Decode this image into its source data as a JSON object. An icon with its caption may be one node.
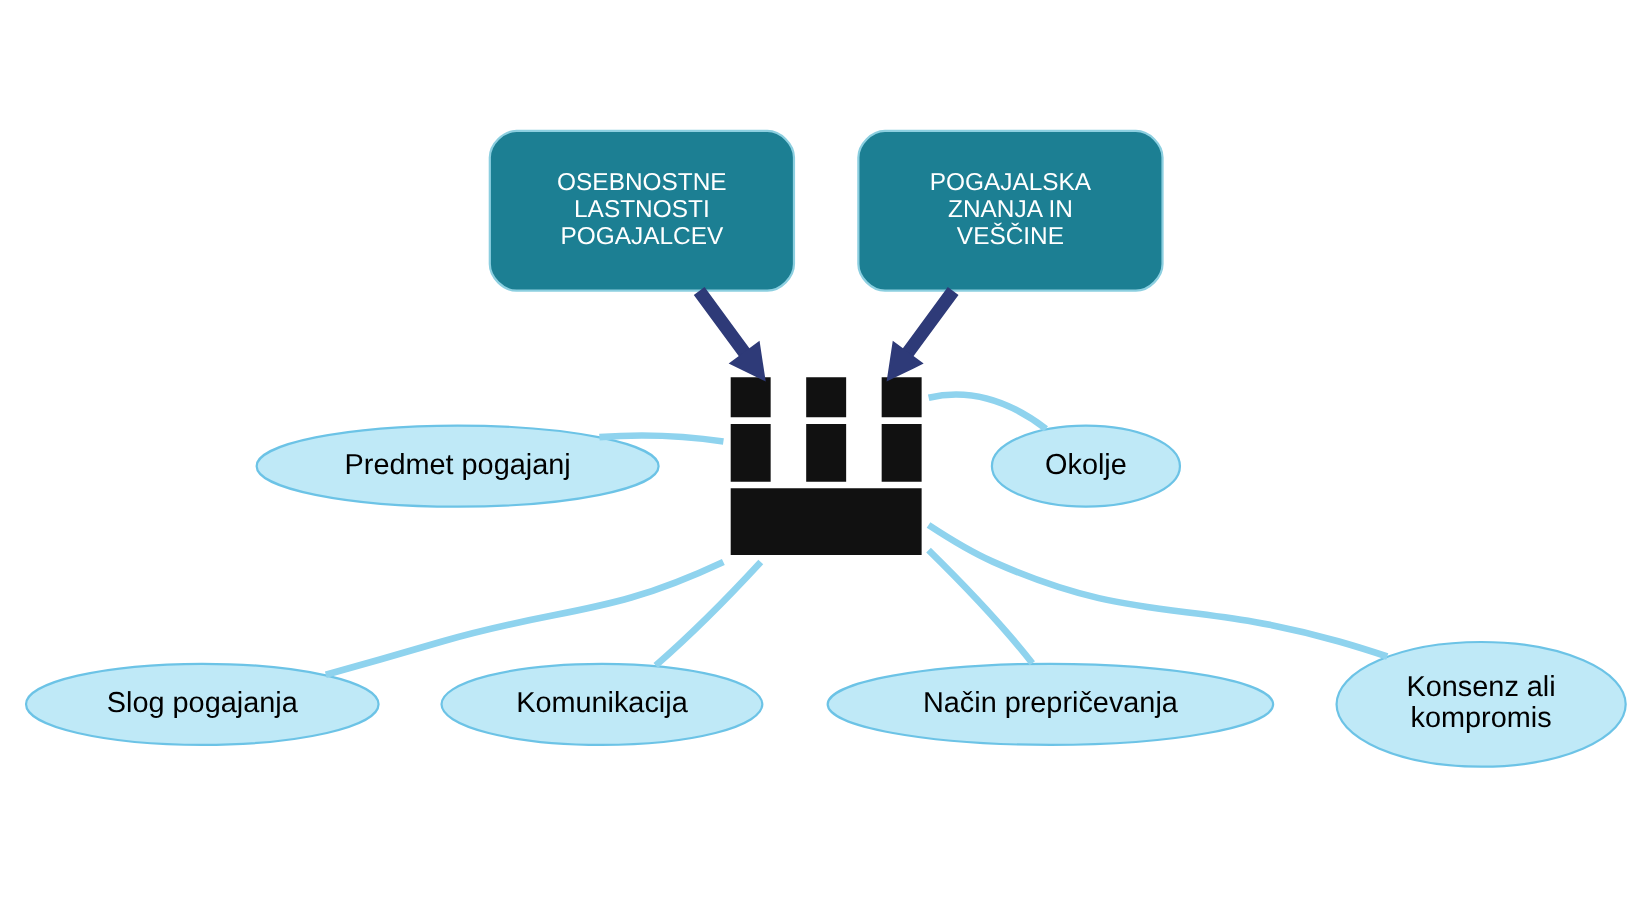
{
  "diagram": {
    "nodes": [
      {
        "text": [
          "OSEBNOSTNE LASTNOSTI POGAJALCEV"
        ]
      },
      {
        "text": [
          "POGAJALSKA ZNANJA IN VEŠČINE"
        ]
      },
      {
        "text": [],
        "shape": "picture"
      },
      {
        "text": [
          "Okolje"
        ]
      },
      {
        "text": [
          "Predmet pogajanj"
        ]
      },
      {
        "text": [
          "Konsenz ali kompromis"
        ]
      },
      {
        "text": [
          "Slog pogajanja"
        ]
      },
      {
        "text": [
          "Način prepričevanja"
        ]
      },
      {
        "text": [
          "Komunikacija"
        ]
      }
    ],
    "edges": [
      {
        "from": 0,
        "to": 2,
        "arrow": "to",
        "style": "thick",
        "color": "#2e3a78"
      },
      {
        "from": 1,
        "to": 2,
        "arrow": "to",
        "style": "thick",
        "color": "#2e3a78"
      },
      {
        "from": 3,
        "to": 2,
        "arrow": "none"
      },
      {
        "from": 4,
        "to": 2,
        "arrow": "none"
      },
      {
        "from": 5,
        "to": 2,
        "arrow": "none"
      },
      {
        "from": 6,
        "to": 2,
        "arrow": "none"
      },
      {
        "from": 7,
        "to": 2,
        "arrow": "none"
      },
      {
        "from": 8,
        "to": 2,
        "arrow": "none"
      }
    ]
  }
}
